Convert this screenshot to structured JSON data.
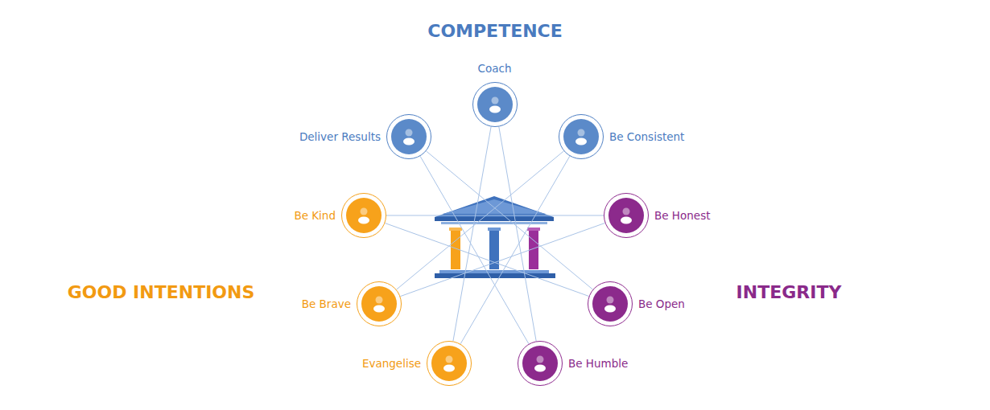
{
  "diagram": {
    "nodes": [
      {
        "text": [
          "Coach"
        ]
      },
      {
        "text": [
          "Deliver Results"
        ]
      },
      {
        "text": [
          "Be Consistent"
        ]
      },
      {
        "text": [
          "Be Kind"
        ]
      },
      {
        "text": [
          "Be Honest"
        ]
      },
      {
        "text": [
          "Be Brave"
        ]
      },
      {
        "text": [
          "Be Open"
        ]
      },
      {
        "text": [
          "Evangelise"
        ]
      },
      {
        "text": [
          "Be Humble"
        ]
      }
    ],
    "edges": [
      {
        "from": 0,
        "to": 8,
        "arrow": "none"
      },
      {
        "from": 8,
        "to": 1,
        "arrow": "none"
      },
      {
        "from": 1,
        "to": 6,
        "arrow": "none"
      },
      {
        "from": 6,
        "to": 3,
        "arrow": "none"
      },
      {
        "from": 3,
        "to": 4,
        "arrow": "none"
      },
      {
        "from": 4,
        "to": 5,
        "arrow": "none"
      },
      {
        "from": 5,
        "to": 2,
        "arrow": "none"
      },
      {
        "from": 2,
        "to": 7,
        "arrow": "none"
      },
      {
        "from": 7,
        "to": 0,
        "arrow": "none"
      }
    ],
    "labels": [
      "COMPETENCE",
      "GOOD INTENTIONS",
      "INTEGRITY"
    ]
  }
}
